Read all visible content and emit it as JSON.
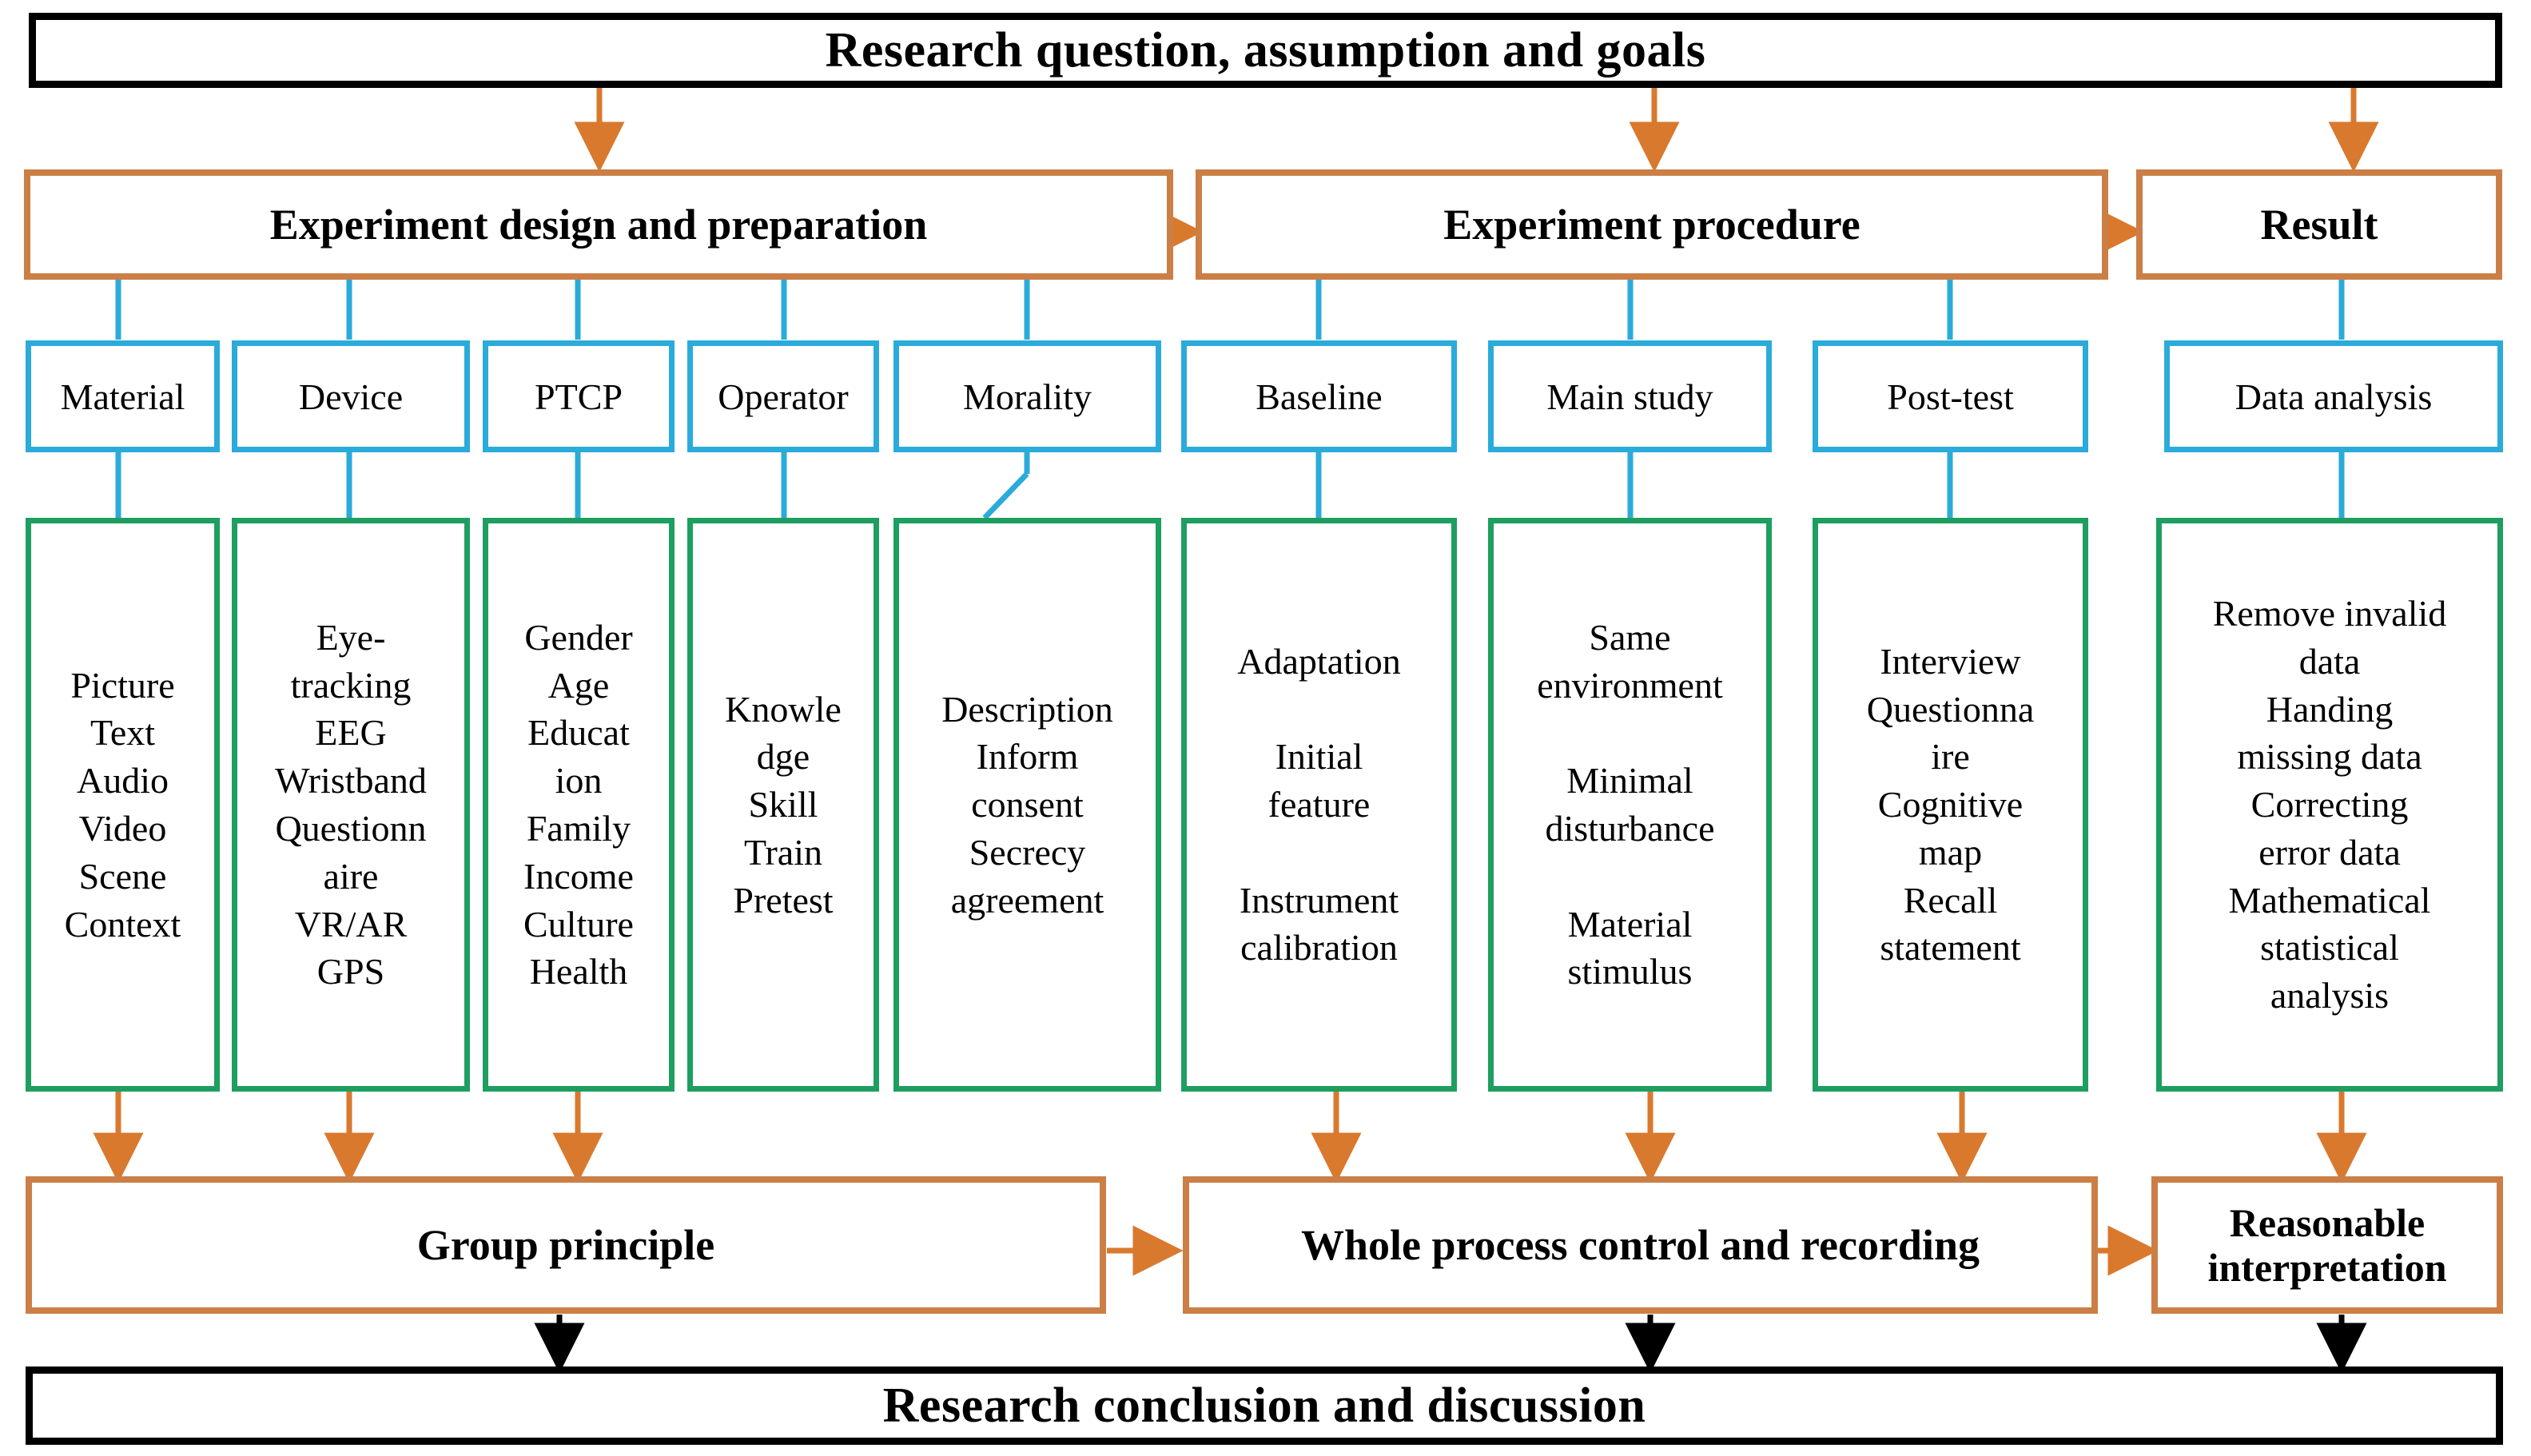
{
  "diagram": {
    "title_top": "Research question, assumption and goals",
    "title_bottom": "Research conclusion and discussion",
    "colors": {
      "black": "#000000",
      "orange": "#CB7F46",
      "blue": "#2BABDA",
      "green": "#1E9E60",
      "arrow_orange": "#D9792E",
      "arrow_black": "#000000"
    },
    "stages": [
      {
        "id": "design",
        "label": "Experiment design and preparation"
      },
      {
        "id": "procedure",
        "label": "Experiment procedure"
      },
      {
        "id": "result",
        "label": "Result"
      }
    ],
    "subnodes": [
      {
        "id": "material",
        "label": "Material"
      },
      {
        "id": "device",
        "label": "Device"
      },
      {
        "id": "ptcp",
        "label": "PTCP"
      },
      {
        "id": "operator",
        "label": "Operator"
      },
      {
        "id": "morality",
        "label": "Morality"
      },
      {
        "id": "baseline",
        "label": "Baseline"
      },
      {
        "id": "main-study",
        "label": "Main study"
      },
      {
        "id": "post-test",
        "label": "Post-test"
      },
      {
        "id": "data-analysis",
        "label": "Data analysis"
      }
    ],
    "details": [
      {
        "id": "material-details",
        "text": "Picture\nText\nAudio\nVideo\nScene\nContext"
      },
      {
        "id": "device-details",
        "text": "Eye-\ntracking\nEEG\nWristband\nQuestionn\naire\nVR/AR\nGPS"
      },
      {
        "id": "ptcp-details",
        "text": "Gender\nAge\nEducat\nion\nFamily\nIncome\nCulture\nHealth"
      },
      {
        "id": "operator-details",
        "text": "Knowle\ndge\nSkill\nTrain\nPretest"
      },
      {
        "id": "morality-details",
        "text": "Description\nInform\nconsent\nSecrecy\nagreement"
      },
      {
        "id": "baseline-details",
        "text": "Adaptation\n\nInitial\nfeature\n\nInstrument\ncalibration"
      },
      {
        "id": "main-study-details",
        "text": "Same\nenvironment\n\nMinimal\ndisturbance\n\nMaterial\nstimulus"
      },
      {
        "id": "post-test-details",
        "text": "Interview\nQuestionna\nire\nCognitive\nmap\nRecall\nstatement"
      },
      {
        "id": "data-analysis-details",
        "text": "Remove invalid\ndata\nHanding\nmissing  data\nCorrecting\nerror data\nMathematical\nstatistical\nanalysis"
      }
    ],
    "outcomes": [
      {
        "id": "group-principle",
        "label": "Group principle"
      },
      {
        "id": "process-control",
        "label": "Whole process control and recording"
      },
      {
        "id": "interpretation",
        "label": "Reasonable\ninterpretation"
      }
    ]
  }
}
